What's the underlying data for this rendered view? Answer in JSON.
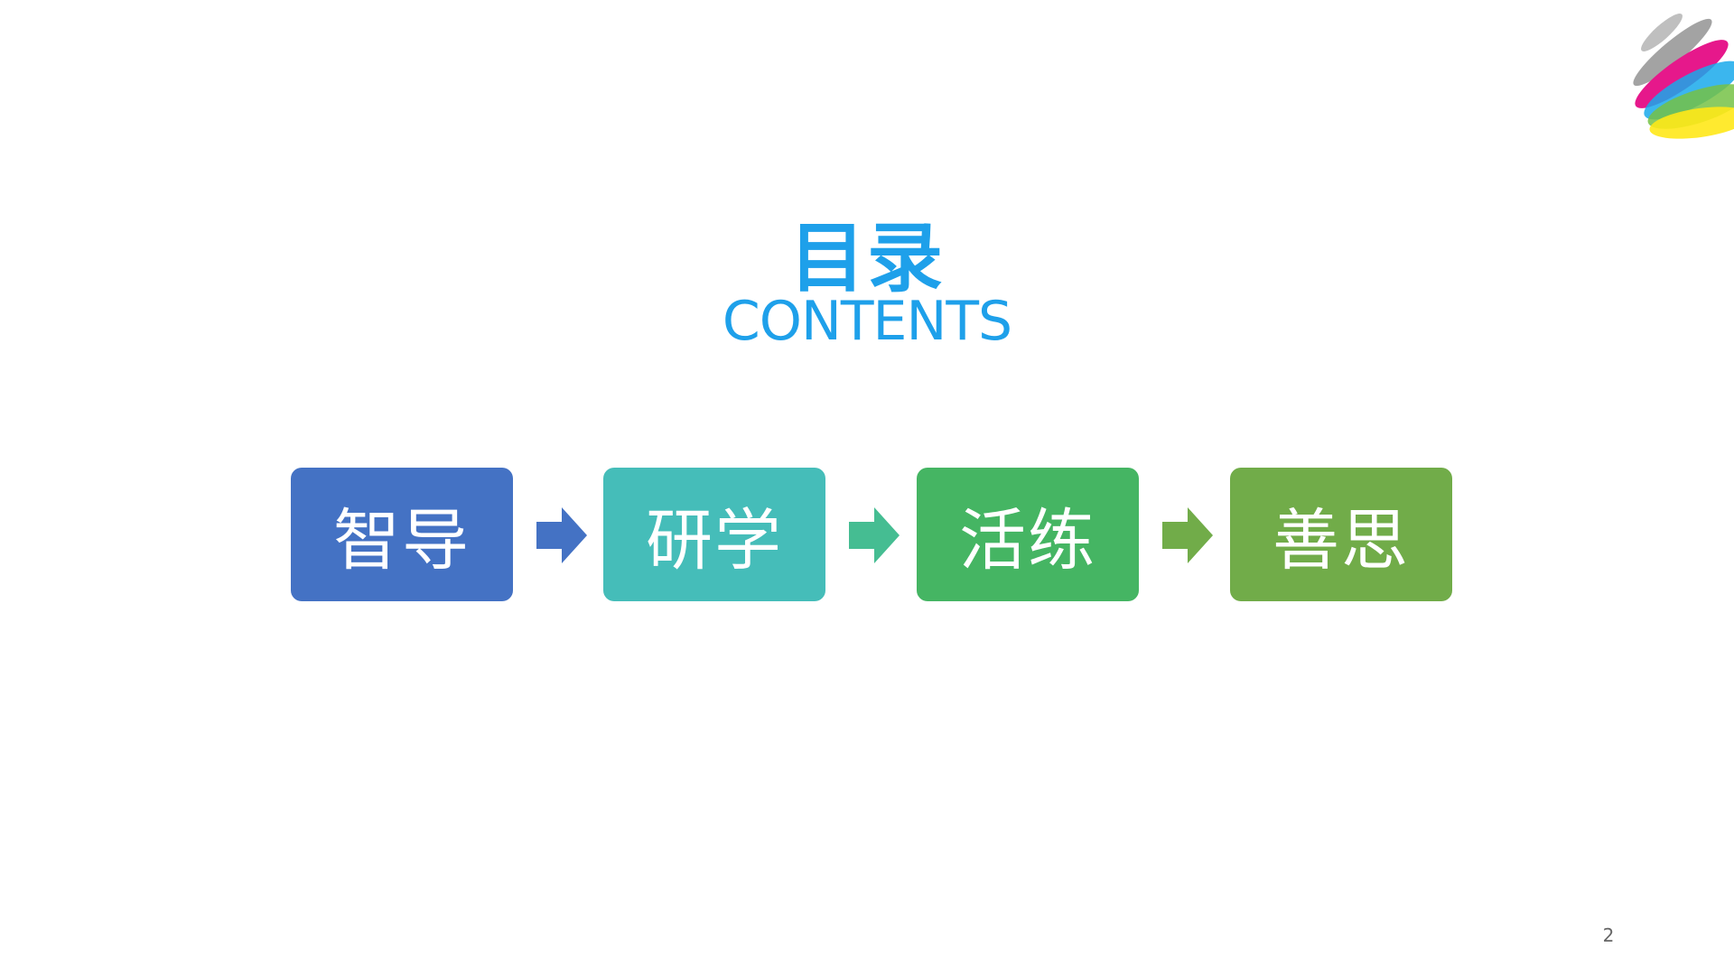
{
  "slide": {
    "title": "目录",
    "subtitle": "CONTENTS",
    "page_number": "2"
  },
  "flow": {
    "steps": [
      {
        "label": "智导",
        "color": "#4472c4"
      },
      {
        "label": "研学",
        "color": "#45bdb9"
      },
      {
        "label": "活练",
        "color": "#45b563"
      },
      {
        "label": "善思",
        "color": "#71ac49"
      }
    ],
    "arrow_colors": [
      "#4472c4",
      "#45bd92",
      "#71ac49"
    ]
  },
  "colors": {
    "accent": "#1ea0ea"
  },
  "logo": {
    "icon": "color-feathers-logo-icon"
  }
}
